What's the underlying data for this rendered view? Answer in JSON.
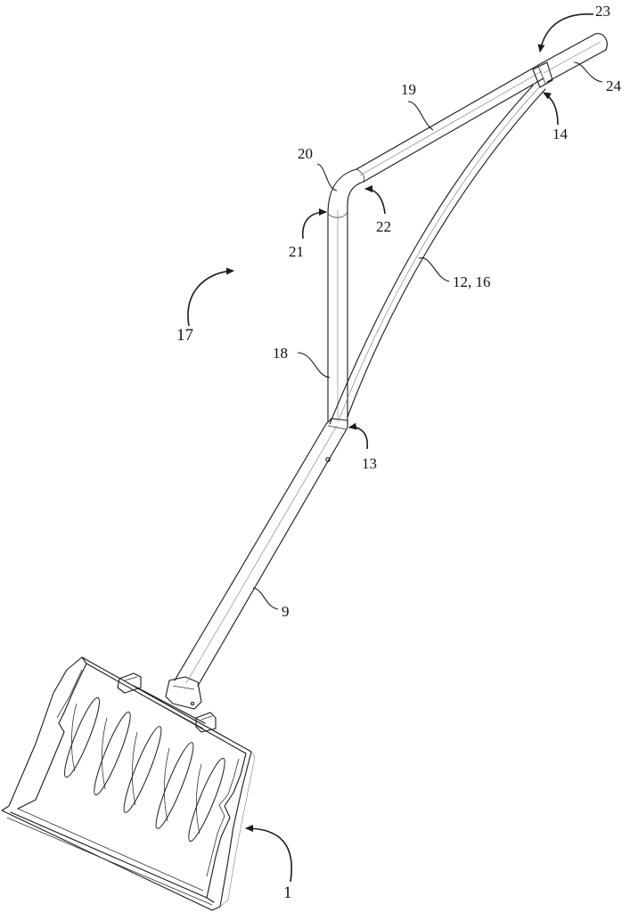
{
  "reference_numerals": {
    "shovel_blade": "1",
    "lower_shaft": "9",
    "curved_handle": "12, 16",
    "lower_joint": "13",
    "upper_joint": "14",
    "handle_assembly": "17",
    "vertical_grip_bar": "18",
    "upper_bar": "19",
    "top_bend": "20",
    "bend_lower_end": "21",
    "bend_upper_end": "22",
    "end_joint": "23",
    "end_grip": "24"
  }
}
